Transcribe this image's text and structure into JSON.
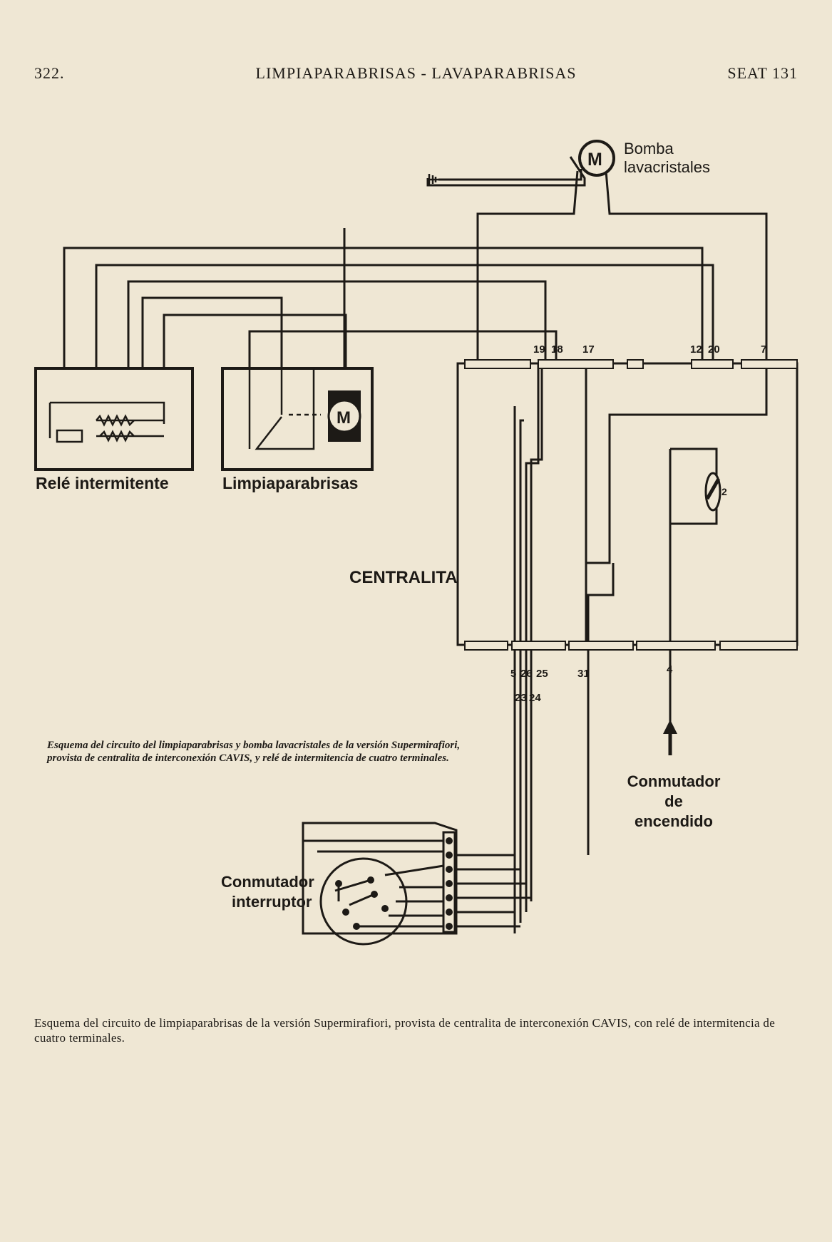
{
  "header": {
    "page_number": "322.",
    "title": "LIMPIAPARABRISAS - LAVAPARABRISAS",
    "model": "SEAT 131"
  },
  "diagram": {
    "labels": {
      "pump": "Bomba\nlavacristales",
      "pump_line1": "Bomba",
      "pump_line2": "lavacristales",
      "relay": "Relé intermitente",
      "wiper": "Limpiaparabrisas",
      "central": "CENTRALITA",
      "ignition_line1": "Conmutador",
      "ignition_line2": "de",
      "ignition_line3": "encendido",
      "switch_line1": "Conmutador",
      "switch_line2": "interruptor",
      "motor_symbol": "M",
      "fuse_number": "2"
    },
    "top_terminals": [
      "19",
      "18",
      "17",
      "12",
      "20",
      "7"
    ],
    "bottom_terminals": [
      "5",
      "26",
      "25",
      "31",
      "4"
    ],
    "lower_terminals": [
      "23",
      "24"
    ]
  },
  "captions": {
    "figure_italic": "Esquema del circuito del limpiaparabrisas y bomba lavacristales de la versión Supermirafiori, provista de centralita de interconexión CAVIS, y relé de intermitencia de cuatro terminales.",
    "figure_bottom": "Esquema del circuito de limpiaparabrisas de la versión Supermirafiori, provista de centralita de interconexión CAVIS, con relé de intermitencia de cuatro terminales."
  }
}
